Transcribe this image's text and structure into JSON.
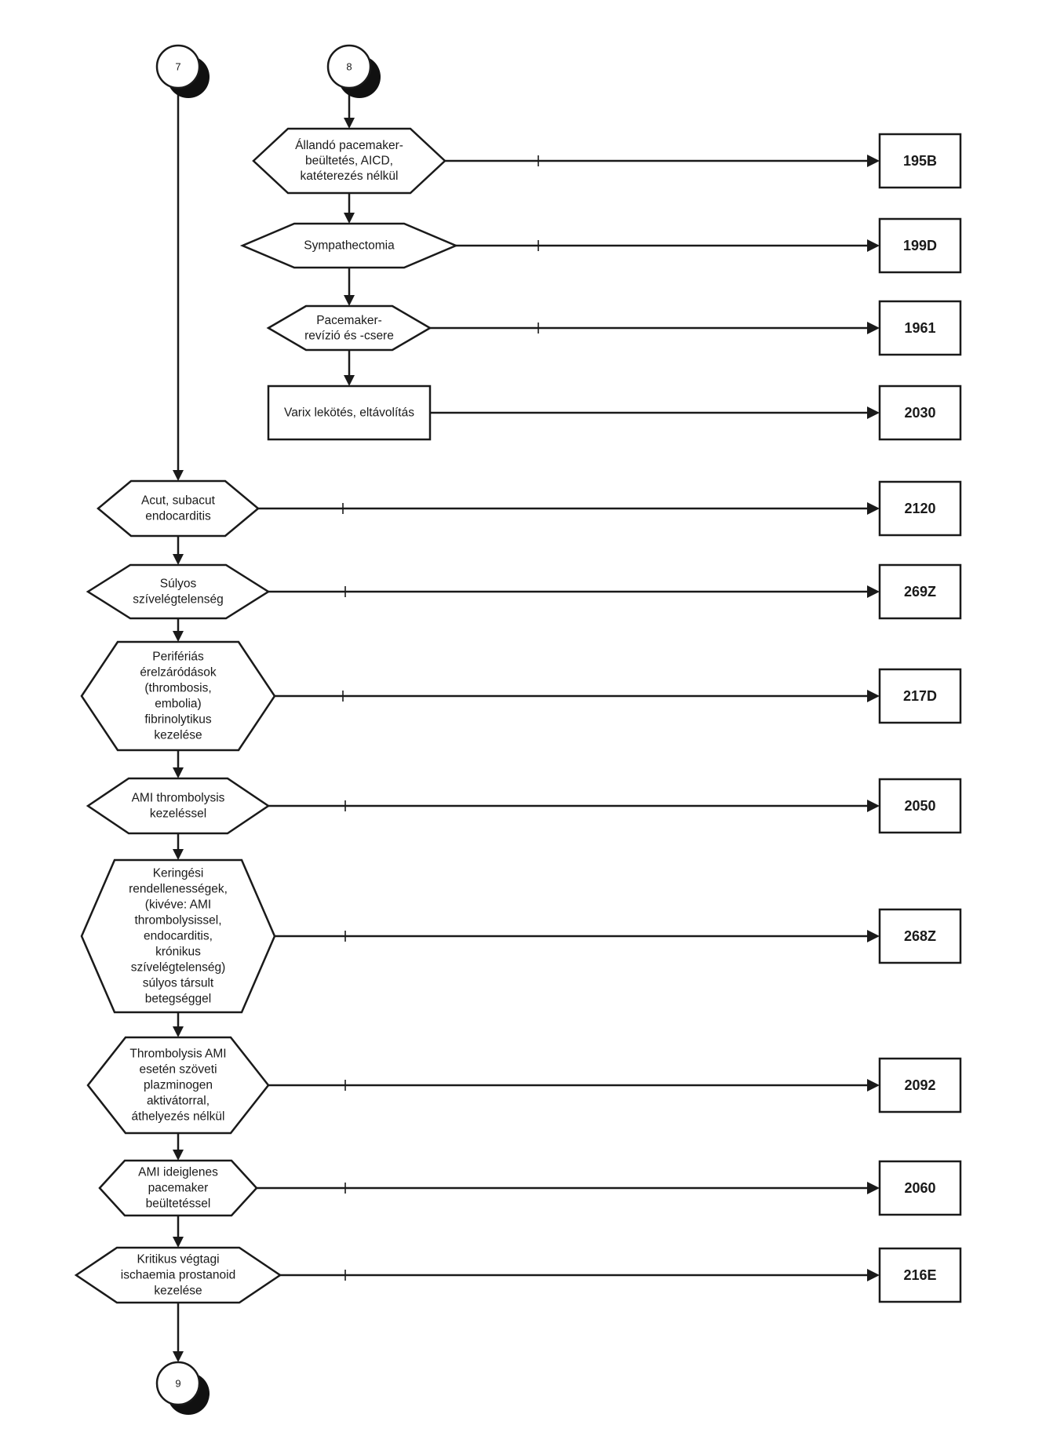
{
  "connectors": {
    "c7": "7",
    "c8": "8",
    "c9": "9"
  },
  "edge_label": "i",
  "branch8": [
    {
      "lines": [
        "Állandó pacemaker-",
        "beültetés, AICD,",
        "katéterezés nélkül"
      ],
      "code": "195B"
    },
    {
      "lines": [
        "Sympathectomia"
      ],
      "code": "199D"
    },
    {
      "lines": [
        "Pacemaker-",
        "revízió és -csere"
      ],
      "code": "1961"
    },
    {
      "lines": [
        "Varix lekötés, eltávolítás"
      ],
      "code": "2030"
    }
  ],
  "branch7": [
    {
      "lines": [
        "Acut, subacut",
        "endocarditis"
      ],
      "code": "2120"
    },
    {
      "lines": [
        "Súlyos",
        "szívelégtelenség"
      ],
      "code": "269Z"
    },
    {
      "lines": [
        "Perifériás",
        "érelzáródások",
        "(thrombosis,",
        "embolia)",
        "fibrinolytikus",
        "kezelése"
      ],
      "code": "217D"
    },
    {
      "lines": [
        "AMI  thrombolysis",
        "kezeléssel"
      ],
      "code": "2050"
    },
    {
      "lines": [
        "Keringési",
        "rendellenességek,",
        "(kivéve: AMI",
        "thrombolysissel,",
        "endocarditis,",
        "krónikus",
        "szívelégtelenség)",
        "súlyos társult",
        "betegséggel"
      ],
      "code": "268Z"
    },
    {
      "lines": [
        "Thrombolysis AMI",
        "esetén szöveti",
        "plazminogen",
        "aktivátorral,",
        "áthelyezés nélkül"
      ],
      "code": "2092"
    },
    {
      "lines": [
        "AMI  ideiglenes",
        "pacemaker",
        "beültetéssel"
      ],
      "code": "2060"
    },
    {
      "lines": [
        "Kritikus végtagi",
        "ischaemia prostanoid",
        "kezelése"
      ],
      "code": "216E"
    }
  ]
}
